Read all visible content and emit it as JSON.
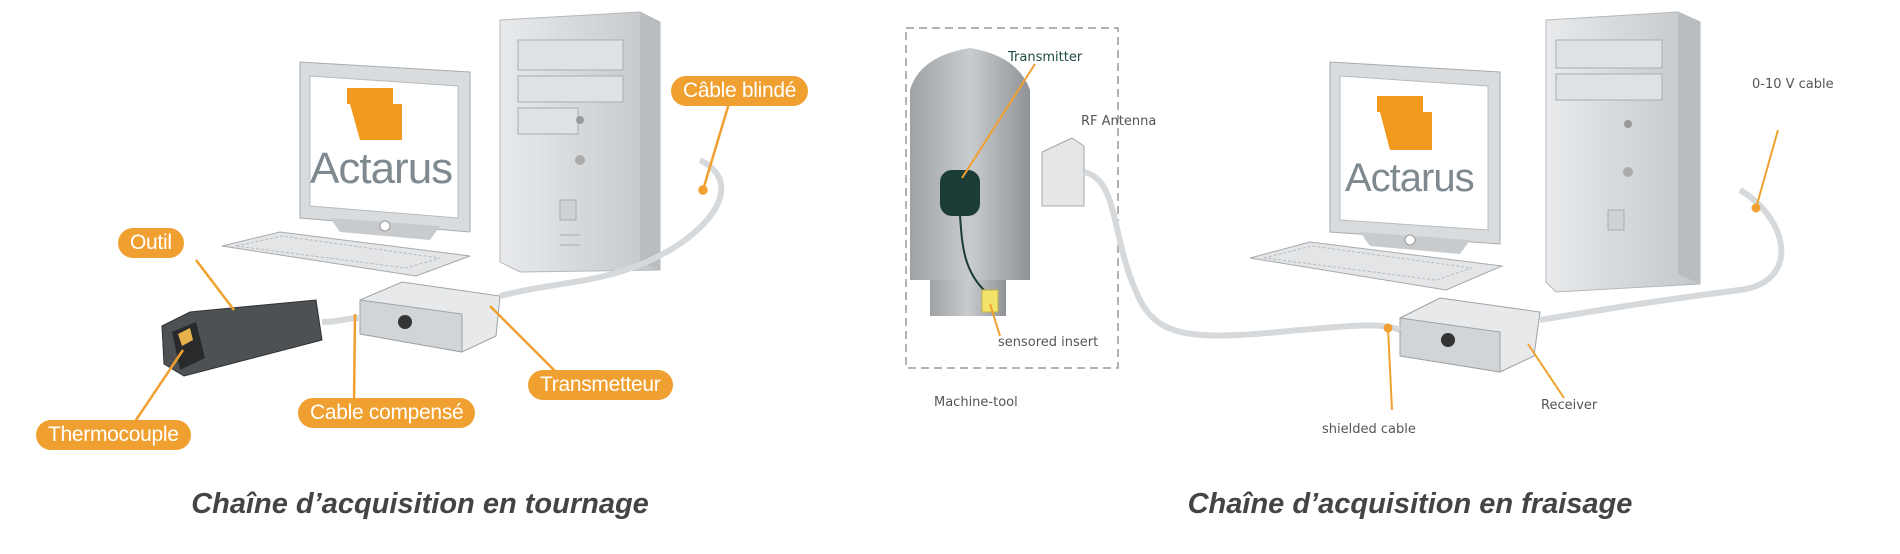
{
  "colors": {
    "accent": "#f0a030",
    "device_gray": "#c9cdd0",
    "text_gray": "#555555",
    "caption": "#444444"
  },
  "left_diagram": {
    "labels": {
      "cable_shielded": "Câble blindé",
      "tool": "Outil",
      "transmitter": "Transmetteur",
      "cable_compensated": "Cable compensé",
      "thermocouple": "Thermocouple"
    },
    "screen_brand": "Actarus",
    "caption": "Chaîne d’acquisition en tournage"
  },
  "right_diagram": {
    "labels": {
      "transmitter": "Transmitter",
      "rf_antenna": "RF Antenna",
      "sensored_insert": "sensored insert",
      "machine_tool": "Machine-tool",
      "shielded_cable": "shielded cable",
      "receiver": "Receiver",
      "cable_0_10v": "0-10 V cable"
    },
    "screen_brand": "Actarus",
    "caption": "Chaîne d’acquisition en fraisage"
  }
}
